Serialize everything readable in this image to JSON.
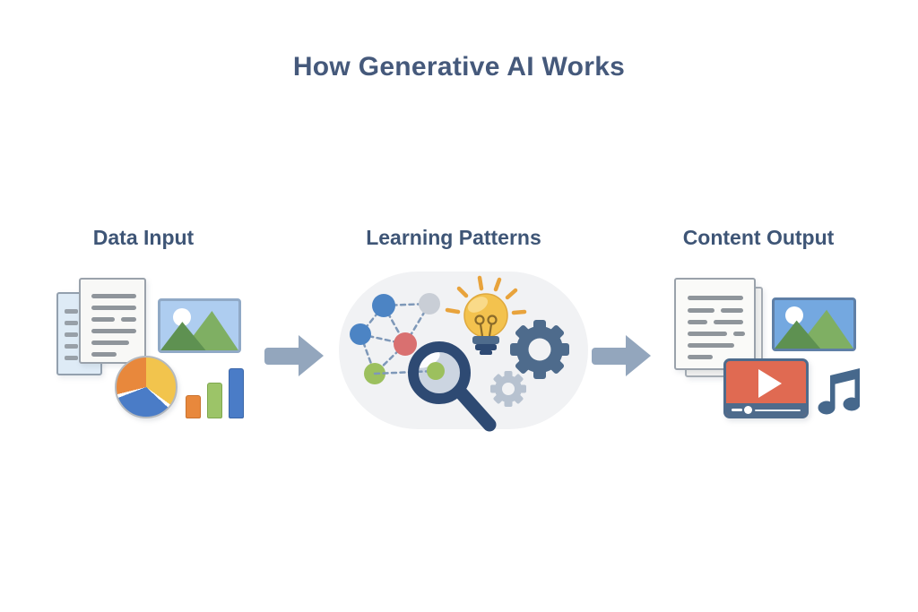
{
  "title": "How Generative AI Works",
  "sections": [
    {
      "id": "data-input",
      "label": "Data Input",
      "icons": [
        "documents-icon",
        "image-icon",
        "pie-chart-icon",
        "bar-chart-icon"
      ]
    },
    {
      "id": "learning-patterns",
      "label": "Learning Patterns",
      "icons": [
        "network-graph-icon",
        "lightbulb-icon",
        "magnifier-icon",
        "gear-icon",
        "small-gear-icon"
      ]
    },
    {
      "id": "content-output",
      "label": "Content Output",
      "icons": [
        "documents-icon",
        "image-icon",
        "video-player-icon",
        "music-note-icon"
      ]
    }
  ],
  "connectors": [
    {
      "id": "arrow-1",
      "type": "arrow-right"
    },
    {
      "id": "arrow-2",
      "type": "arrow-right"
    }
  ],
  "colors": {
    "page_bg": "#FFFFFF",
    "heading_text": "#45597B",
    "label_text": "#3E5576",
    "arrow": "#93A6BD",
    "pill_bg": "#F1F2F4",
    "doc_page": "#F8F8F6",
    "doc_back_blue": "#DEEBF6",
    "doc_line": "#8F959B",
    "sky_light": "#AECDF0",
    "sky_medium": "#74A8E0",
    "mountain_dark": "#5E9151",
    "mountain_light": "#7FAF63",
    "pie_yellow": "#F2C44D",
    "pie_orange": "#E8883C",
    "pie_blue": "#4A7CC7",
    "bar_green": "#9CC468",
    "node_blue": "#4C84C4",
    "node_gray": "#C9CED6",
    "node_red": "#D97070",
    "node_green": "#9CC05E",
    "edge_dash": "#7E98B8",
    "bulb_yellow": "#F3C24E",
    "ray_amber": "#E8A33C",
    "slate": "#4E6B8C",
    "navy": "#2E4A73",
    "gear_gray": "#B7C2D0",
    "lens": "#CCD5E1",
    "coral": "#E06A52",
    "music_note": "#46688C"
  }
}
